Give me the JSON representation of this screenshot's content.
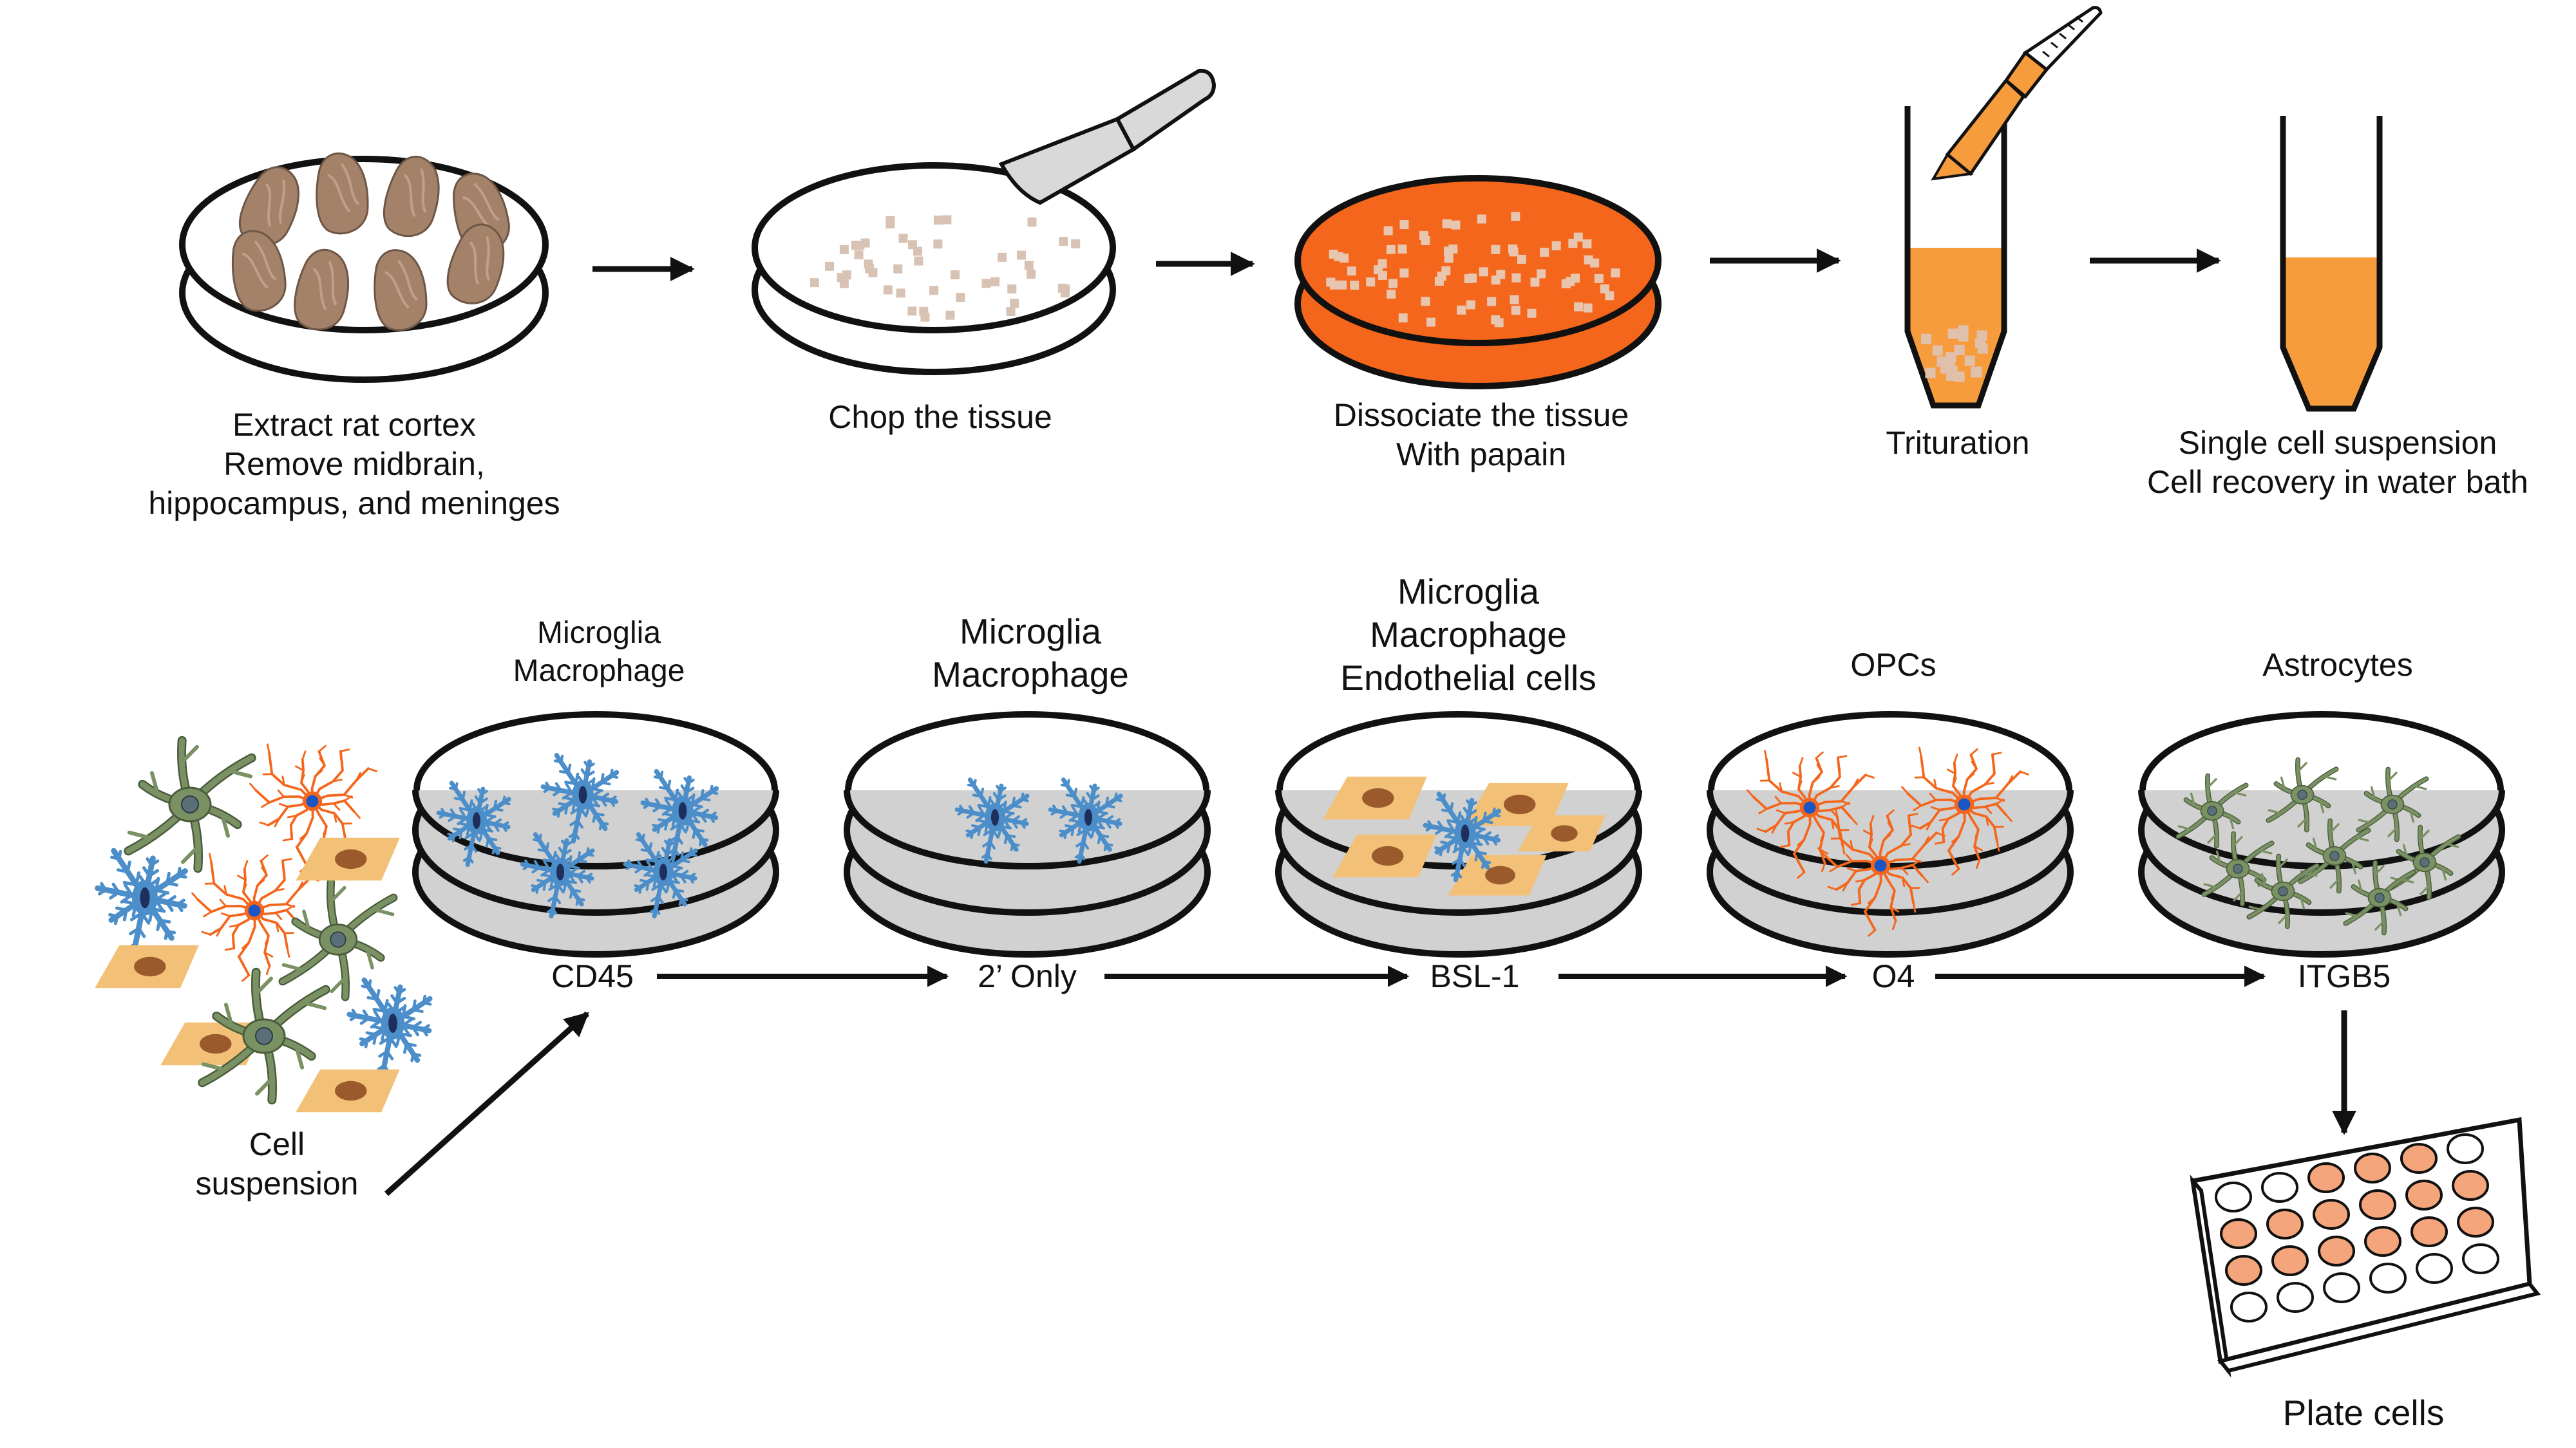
{
  "colors": {
    "orange": "#f4661b",
    "light_orange": "#f79c3c",
    "gray_fill": "#d1d1d1",
    "blue_cell": "#4b8ec9",
    "green_cell": "#7a9163",
    "tan_cell": "#f2c177",
    "nucleus": "#9a5a2c",
    "tissue": "#a4826a",
    "well_orange": "#f4a57c"
  },
  "top_steps": [
    {
      "lines": [
        "Extract rat cortex",
        "Remove midbrain,",
        "hippocampus, and meninges"
      ]
    },
    {
      "lines": [
        "Chop the tissue"
      ]
    },
    {
      "lines": [
        "Dissociate the tissue",
        "With papain"
      ]
    },
    {
      "lines": [
        "Trituration"
      ]
    },
    {
      "lines": [
        "Single cell suspension",
        "Cell recovery in water bath"
      ]
    }
  ],
  "panning": {
    "start_label": [
      "Cell",
      "suspension"
    ],
    "dishes": [
      {
        "title": [
          "Microglia",
          "Macrophage"
        ],
        "marker": "CD45",
        "content": "microglia"
      },
      {
        "title": [
          "Microglia",
          "Macrophage"
        ],
        "marker": "2’ Only",
        "content": "microglia"
      },
      {
        "title": [
          "Microglia",
          "Macrophage",
          "Endothelial cells"
        ],
        "marker": "BSL-1",
        "content": "microglia-endothelial"
      },
      {
        "title": [
          "OPCs"
        ],
        "marker": "O4",
        "content": "opcs"
      },
      {
        "title": [
          "Astrocytes"
        ],
        "marker": "ITGB5",
        "content": "astrocytes"
      }
    ],
    "end_label": "Plate cells"
  },
  "icons": [
    "petri-dish-icon",
    "brain-tissue-icon",
    "scalpel-icon",
    "pipette-icon",
    "conical-tube-icon",
    "microglia-icon",
    "astrocyte-icon",
    "opc-icon",
    "endothelial-cell-icon",
    "well-plate-icon",
    "arrow-icon"
  ]
}
